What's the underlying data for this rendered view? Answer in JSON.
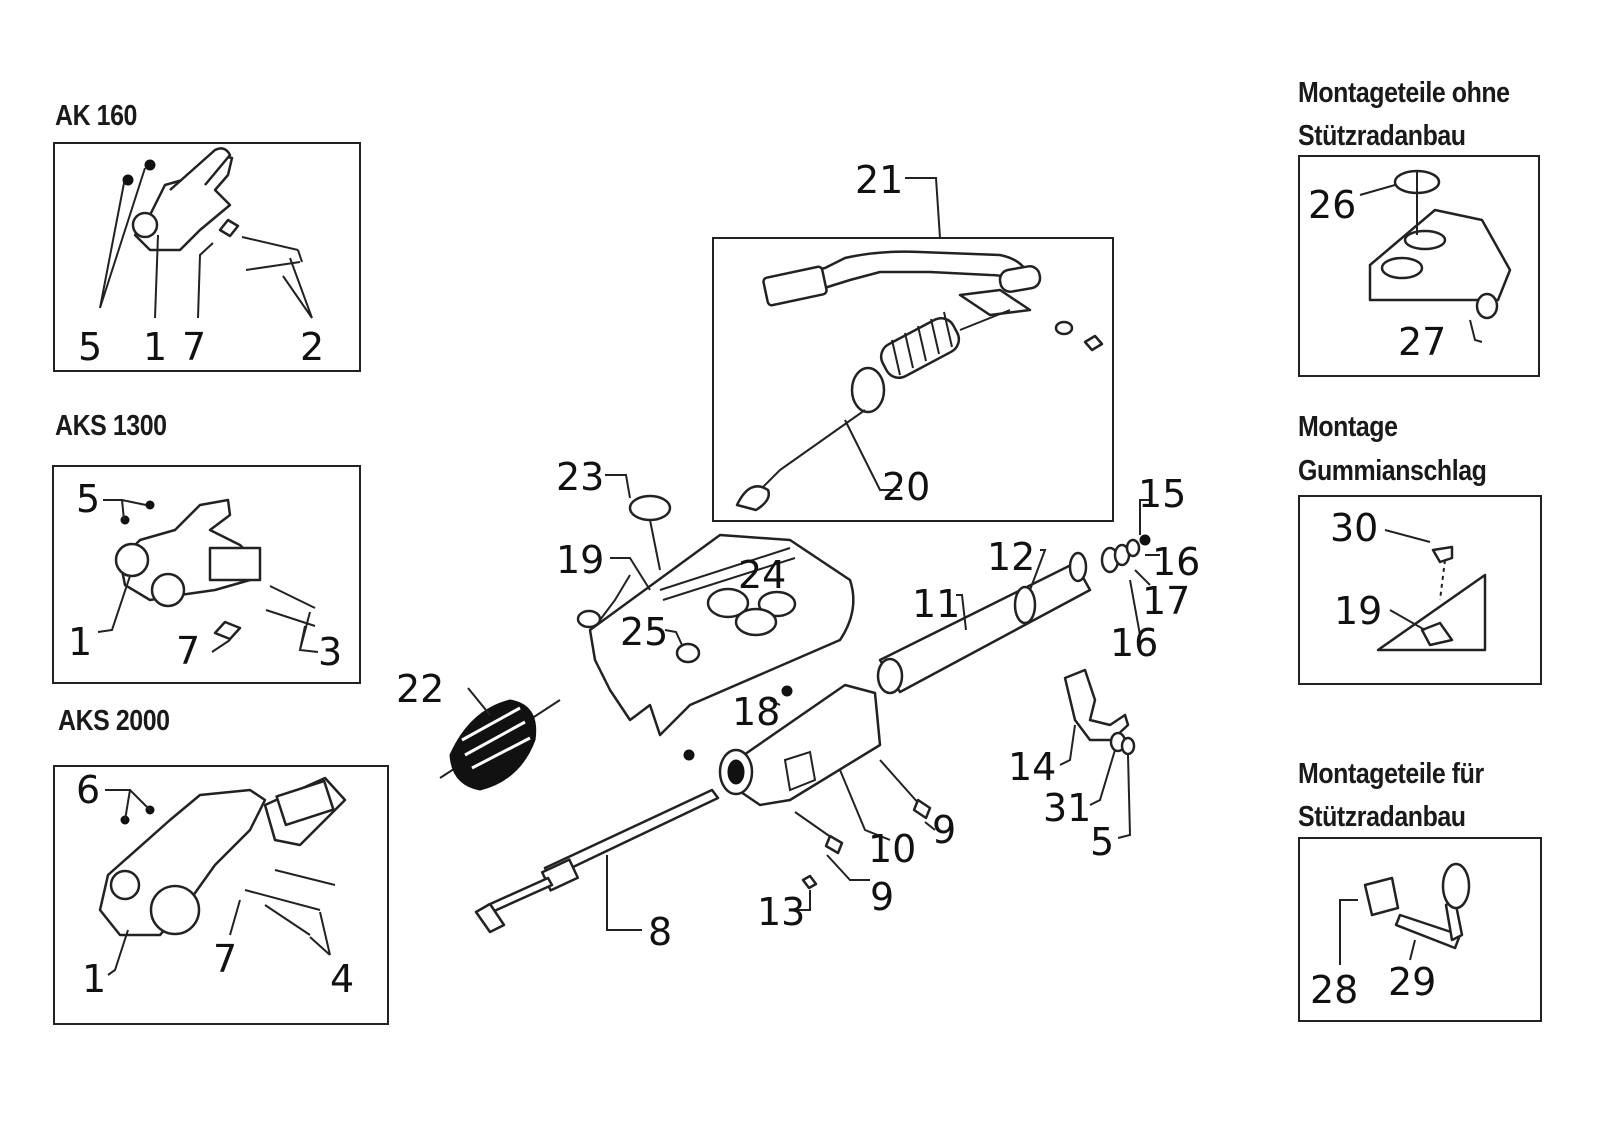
{
  "sections": {
    "ak160": "AK 160",
    "aks1300": "AKS 1300",
    "aks2000": "AKS 2000",
    "montage_ohne_1": "Montageteile ohne",
    "montage_ohne_2": "Stützradanbau",
    "gummi_1": "Montage",
    "gummi_2": "Gummianschlag",
    "montage_fuer_1": "Montageteile für",
    "montage_fuer_2": "Stützradanbau"
  },
  "callouts": {
    "ak160": [
      "5",
      "1",
      "7",
      "2"
    ],
    "aks1300": [
      "5",
      "1",
      "7",
      "3"
    ],
    "aks2000": [
      "6",
      "1",
      "7",
      "4"
    ],
    "main": [
      "21",
      "20",
      "23",
      "19",
      "24",
      "25",
      "22",
      "18",
      "8",
      "13",
      "9",
      "10",
      "9",
      "11",
      "12",
      "15",
      "16",
      "17",
      "16",
      "14",
      "31",
      "5"
    ],
    "ohne": [
      "26",
      "27"
    ],
    "gummi": [
      "30",
      "19"
    ],
    "fuer": [
      "28",
      "29"
    ]
  }
}
